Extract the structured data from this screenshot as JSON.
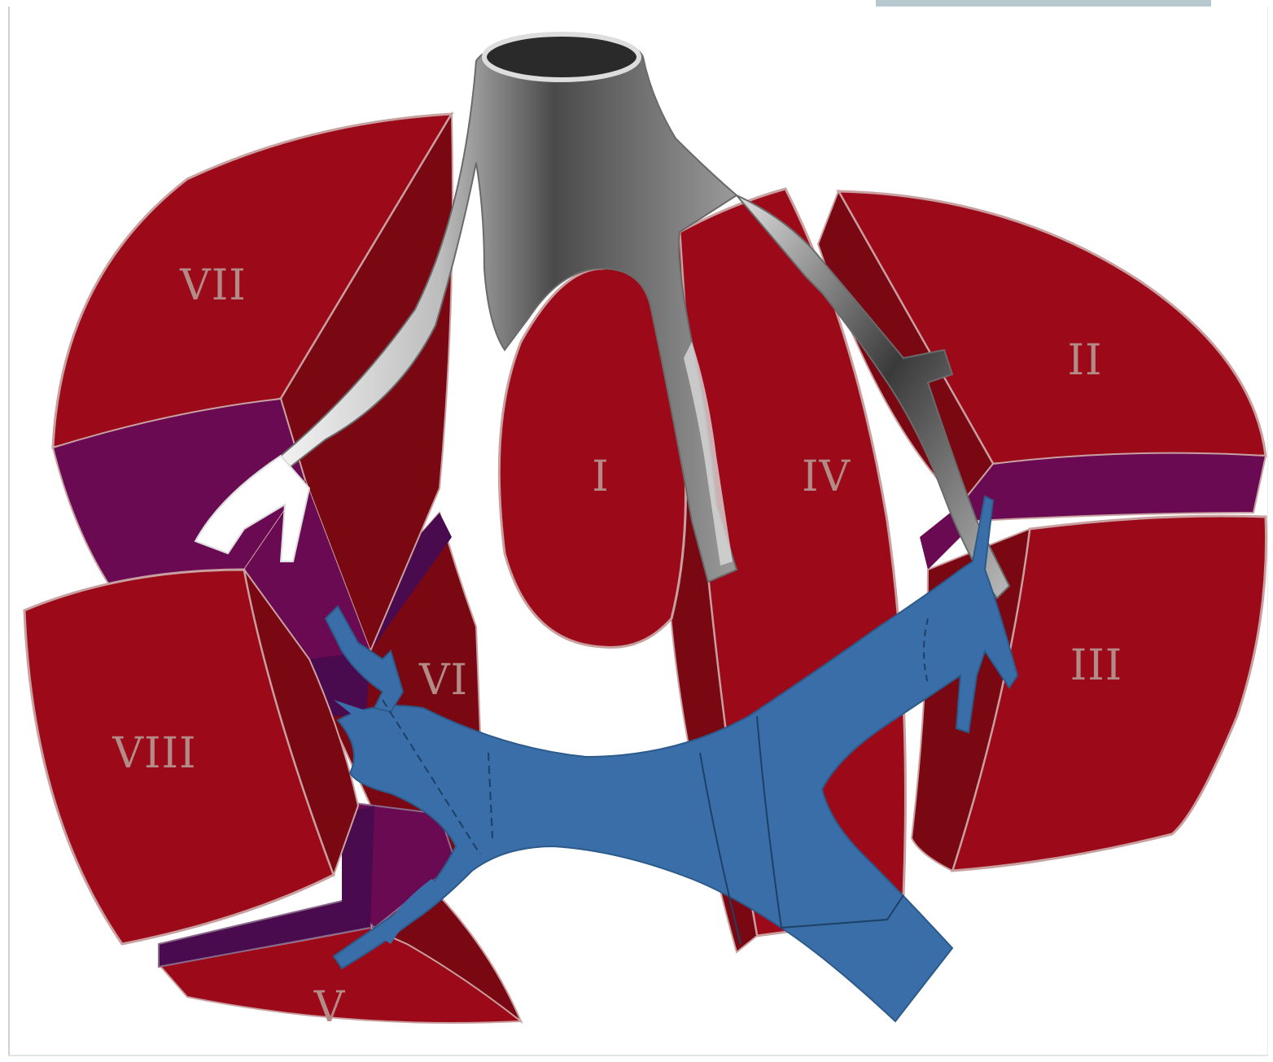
{
  "segments": [
    {
      "id": "I",
      "label": "I"
    },
    {
      "id": "II",
      "label": "II"
    },
    {
      "id": "III",
      "label": "III"
    },
    {
      "id": "IV",
      "label": "IV"
    },
    {
      "id": "V",
      "label": "V"
    },
    {
      "id": "VI",
      "label": "VI"
    },
    {
      "id": "VII",
      "label": "VII"
    },
    {
      "id": "VIII",
      "label": "VIII"
    }
  ],
  "colors": {
    "parenchyma": "#9c0a1a",
    "parenchyma_side": "#790812",
    "boundary": "#6a0a52",
    "boundary_dark": "#4a0a4e",
    "portal_vein": "#3a6ea8",
    "hepatic_vein": "#7a7a7a",
    "label": "#b38a86"
  }
}
